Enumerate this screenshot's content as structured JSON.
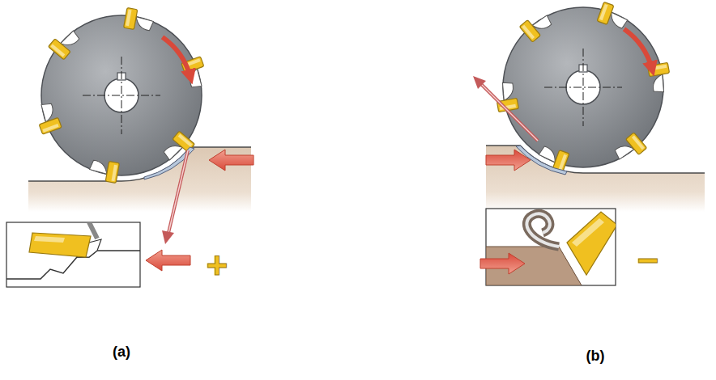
{
  "diagram": {
    "labels": [
      "+",
      "−",
      "(a)",
      "(b)"
    ]
  }
}
